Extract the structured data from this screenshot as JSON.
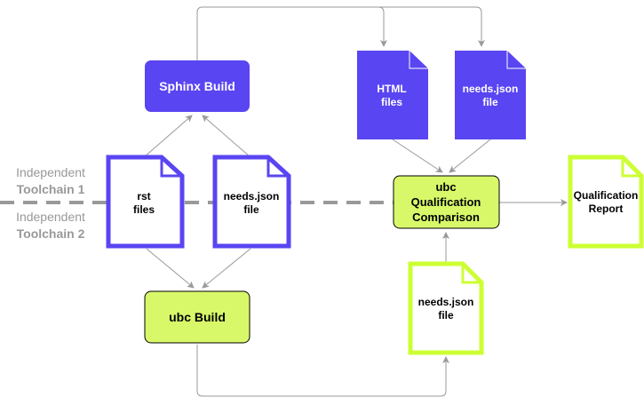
{
  "colors": {
    "purple": "#5A45F2",
    "lime": "#D8F86A",
    "lime_stroke": "#CCFF33",
    "connector": "#999999",
    "divider": "#999999",
    "white_text": "#ffffff",
    "dark_text": "#000000",
    "side_light": "#999999",
    "side_bold": "#999999"
  },
  "divider": {
    "top_label_line1": "Independent",
    "top_label_line2": "Toolchain 1",
    "bottom_label_line1": "Independent",
    "bottom_label_line2": "Toolchain 2"
  },
  "nodes": {
    "sphinx_build": {
      "label": "Sphinx Build",
      "icon": "process-box"
    },
    "rst_files": {
      "line1": "rst",
      "line2": "files",
      "icon": "document-icon"
    },
    "needs_json_left": {
      "line1": "needs.json",
      "line2": "file",
      "icon": "document-icon"
    },
    "html_files": {
      "line1": "HTML",
      "line2": "files",
      "icon": "document-icon"
    },
    "needs_json_top": {
      "line1": "needs.json",
      "line2": "file",
      "icon": "document-icon"
    },
    "ubc_comparison": {
      "line1": "ubc",
      "line2": "Qualification",
      "line3": "Comparison",
      "icon": "process-box"
    },
    "qualification_report": {
      "line1": "Qualification",
      "line2": "Report",
      "icon": "document-icon"
    },
    "ubc_build": {
      "label": "ubc Build",
      "icon": "process-box"
    },
    "needs_json_bottom": {
      "line1": "needs.json",
      "line2": "file",
      "icon": "document-icon"
    }
  }
}
